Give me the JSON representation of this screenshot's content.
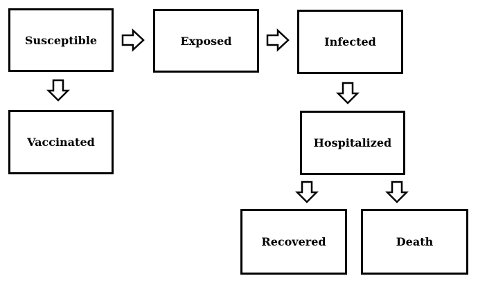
{
  "diagram": {
    "nodes": {
      "susceptible": "Susceptible",
      "exposed": "Exposed",
      "infected": "Infected",
      "vaccinated": "Vaccinated",
      "hospitalized": "Hospitalized",
      "recovered": "Recovered",
      "death": "Death"
    },
    "edges": [
      {
        "from": "Susceptible",
        "to": "Exposed"
      },
      {
        "from": "Exposed",
        "to": "Infected"
      },
      {
        "from": "Susceptible",
        "to": "Vaccinated"
      },
      {
        "from": "Infected",
        "to": "Hospitalized"
      },
      {
        "from": "Hospitalized",
        "to": "Recovered"
      },
      {
        "from": "Hospitalized",
        "to": "Death"
      }
    ]
  }
}
